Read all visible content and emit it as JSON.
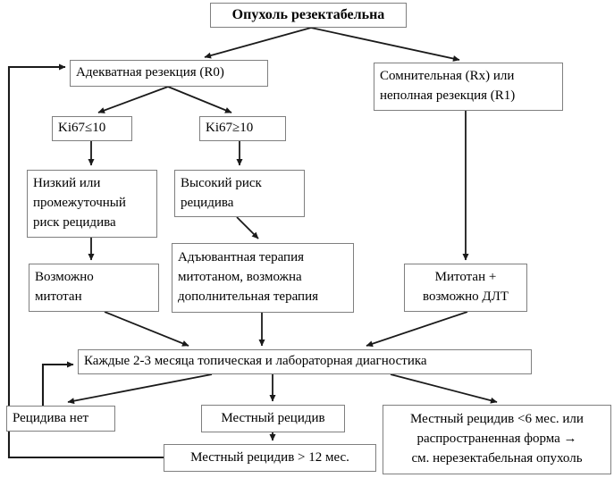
{
  "diagram": {
    "type": "flowchart",
    "language": "ru",
    "colors": {
      "background": "#ffffff",
      "box_border": "#7f7f7f",
      "line": "#1a1a1a",
      "text": "#000000"
    },
    "nodes": {
      "root": {
        "label": "Опухоль резектабельна"
      },
      "r0": {
        "label": "Адекватная резекция (R0)"
      },
      "rx": {
        "label": "Сомнительная (Rx) или\nнеполная резекция (R1)"
      },
      "ki67_low": {
        "label": "Ki67≤10"
      },
      "ki67_high": {
        "label": "Ki67≥10"
      },
      "low_risk": {
        "label": "Низкий или\nпромежуточный\nриск рецидива"
      },
      "high_risk": {
        "label": "Высокий риск\nрецидива"
      },
      "mitotane": {
        "label": "Возможно\nмитотан"
      },
      "adjuvant": {
        "label": "Адъювантная терапия\nмитотаном, возможна\nдополнительная терапия"
      },
      "mitotane_dlt": {
        "label": "Митотан +\nвозможно ДЛТ"
      },
      "surveillance": {
        "label": "Каждые 2-3 месяца топическая и лабораторная диагностика"
      },
      "no_recurrence": {
        "label": "Рецидива нет"
      },
      "local_recurrence": {
        "label": "Местный рецидив"
      },
      "late_recurrence": {
        "label": "Местный рецидив > 12 мес."
      },
      "early_recurrence": {
        "label": "Местный рецидив <6 мес. или\nраспространенная форма →\nсм. нерезектабельная опухоль"
      }
    }
  }
}
